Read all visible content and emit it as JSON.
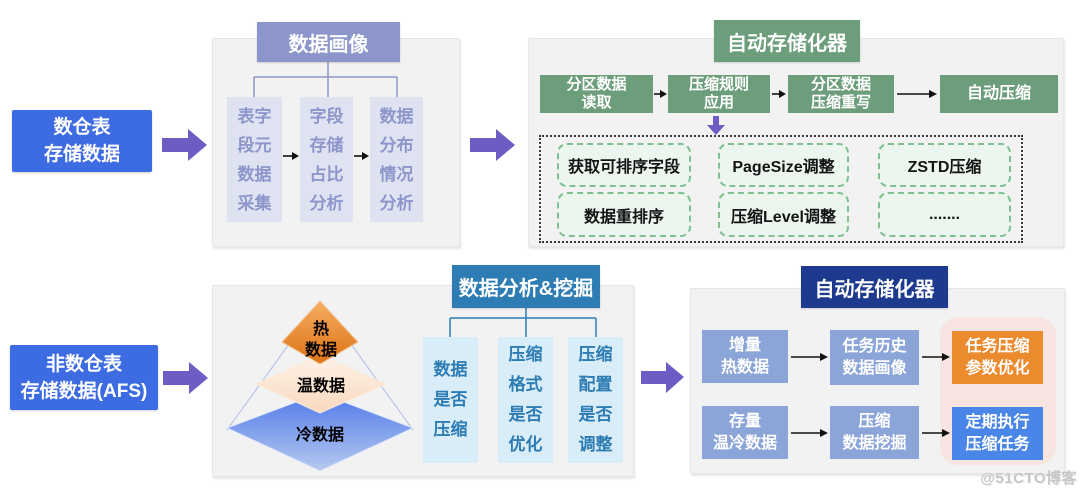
{
  "row1": {
    "source": {
      "line1": "数仓表",
      "line2": "存储数据"
    },
    "profile": {
      "title": "数据画像",
      "steps": [
        {
          "l1": "表字",
          "l2": "段元",
          "l3": "数据",
          "l4": "采集"
        },
        {
          "l1": "字段",
          "l2": "存储",
          "l3": "占比",
          "l4": "分析"
        },
        {
          "l1": "数据",
          "l2": "分布",
          "l3": "情况",
          "l4": "分析"
        }
      ]
    },
    "optimizer": {
      "title": "自动存储化器",
      "flow": [
        {
          "l1": "分区数据",
          "l2": "读取"
        },
        {
          "l1": "压缩规则",
          "l2": "应用"
        },
        {
          "l1": "分区数据",
          "l2": "压缩重写"
        },
        {
          "l1": "自动压缩"
        }
      ],
      "strategies": [
        "获取可排序字段",
        "PageSize调整",
        "ZSTD压缩",
        "数据重排序",
        "压缩Level调整",
        "......."
      ]
    }
  },
  "row2": {
    "source": {
      "line1": "非数仓表",
      "line2": "存储数据(AFS)"
    },
    "analysis": {
      "title": "数据分析&挖掘",
      "pyramid": {
        "hot_l1": "热",
        "hot_l2": "数据",
        "warm": "温数据",
        "cold": "冷数据"
      },
      "checks": [
        {
          "l1": "数据",
          "l2": "是否",
          "l3": "压缩"
        },
        {
          "l1": "压缩",
          "l2": "格式",
          "l3": "是否",
          "l4": "优化"
        },
        {
          "l1": "压缩",
          "l2": "配置",
          "l3": "是否",
          "l4": "调整"
        }
      ]
    },
    "optimizer": {
      "title": "自动存储化器",
      "rows": [
        {
          "input": {
            "l1": "增量",
            "l2": "热数据"
          },
          "process": {
            "l1": "任务历史",
            "l2": "数据画像"
          },
          "output": {
            "l1": "任务压缩",
            "l2": "参数优化"
          }
        },
        {
          "input": {
            "l1": "存量",
            "l2": "温冷数据"
          },
          "process": {
            "l1": "压缩",
            "l2": "数据挖掘"
          },
          "output": {
            "l1": "定期执行",
            "l2": "压缩任务"
          }
        }
      ]
    }
  },
  "watermark": "@51CTO博客",
  "colors": {
    "source_blue": "#3d6ce2",
    "arrow_purple": "#6b5dc4",
    "header_periwinkle": "#8d96ca",
    "header_green": "#6d9e7b",
    "header_steel_blue": "#2d7cb4",
    "header_navy": "#1e3a8e",
    "output_orange": "#ec8a2e",
    "output_blue": "#4a86e8",
    "hot_orange": "#dd7214",
    "warm_peach": "#f9d9bf",
    "cold_blue": "#4e79e9"
  }
}
